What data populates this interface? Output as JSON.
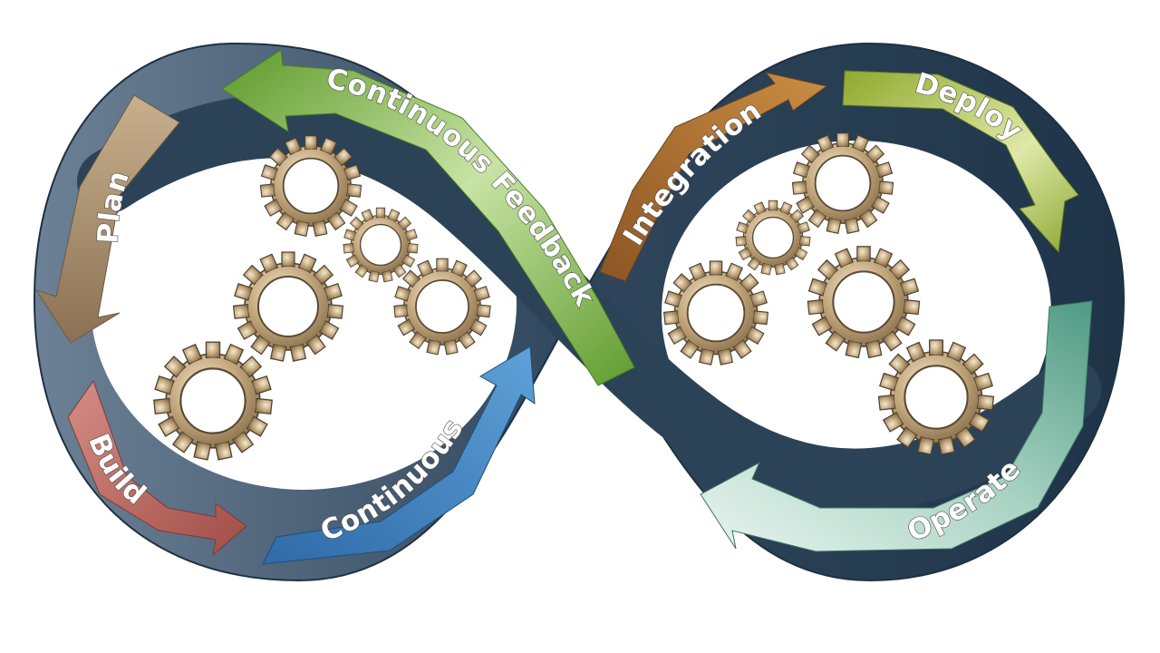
{
  "labels": {
    "plan": "Plan",
    "build": "Build",
    "continuous": "Continuous",
    "integration": "Integration",
    "deploy": "Deploy",
    "operate": "Operate",
    "continuous_feedback": "Continuous Feedback"
  },
  "colors": {
    "band": "#3b5166",
    "band_dark": "#22384e",
    "plan": "#a88e6c",
    "build": "#b5625c",
    "continuous": "#3f80bf",
    "integration": "#a66a2b",
    "deploy": "#93b03a",
    "operate": "#6fa998",
    "feedback": "#6fa83a",
    "gear": "#b39a72"
  },
  "icons": [
    "gear-icon"
  ]
}
